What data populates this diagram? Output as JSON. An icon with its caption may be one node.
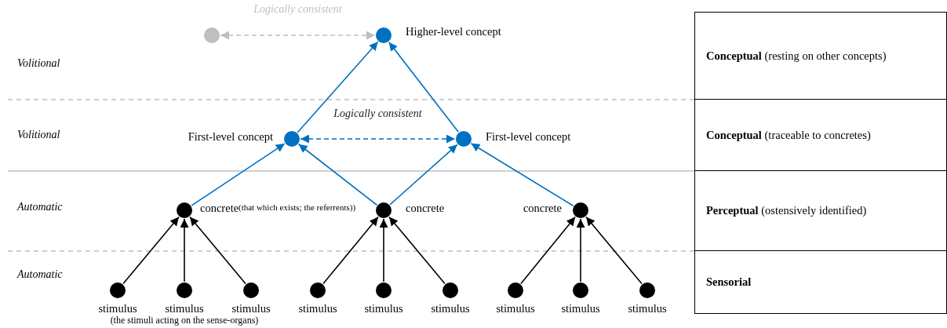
{
  "diagram": {
    "nodes": [
      {
        "text": [],
        "shape": "circle"
      },
      {
        "text": [],
        "shape": "circle",
        "beside": [
          "Higher-level concept"
        ]
      },
      {
        "text": [],
        "shape": "circle",
        "beside": [
          "First-level concept"
        ]
      },
      {
        "text": [],
        "shape": "circle",
        "beside": [
          "First-level concept"
        ]
      },
      {
        "text": [],
        "shape": "circle",
        "beside": [
          "concrete"
        ]
      },
      {
        "text": [],
        "shape": "circle",
        "beside": [
          "concrete"
        ]
      },
      {
        "text": [],
        "shape": "circle",
        "beside": [
          "concrete"
        ]
      },
      {
        "text": [],
        "shape": "circle",
        "beside": [
          "stimulus"
        ]
      },
      {
        "text": [],
        "shape": "circle",
        "beside": [
          "stimulus",
          "(the stimuli acting on the sense-organs)"
        ]
      },
      {
        "text": [],
        "shape": "circle",
        "beside": [
          "stimulus"
        ]
      },
      {
        "text": [],
        "shape": "circle",
        "beside": [
          "stimulus"
        ]
      },
      {
        "text": [],
        "shape": "circle",
        "beside": [
          "stimulus"
        ]
      },
      {
        "text": [],
        "shape": "circle",
        "beside": [
          "stimulus"
        ]
      },
      {
        "text": [],
        "shape": "circle",
        "beside": [
          "stimulus"
        ]
      },
      {
        "text": [],
        "shape": "circle",
        "beside": [
          "stimulus"
        ]
      },
      {
        "text": [],
        "shape": "circle",
        "beside": [
          "stimulus"
        ]
      },
      {
        "text": [
          "**Conceptual** (resting on other concepts)"
        ]
      },
      {
        "text": [
          "**Conceptual** (traceable to concretes)"
        ]
      },
      {
        "text": [
          "**Perceptual** (ostensively identified)"
        ]
      },
      {
        "text": [
          "**Sensorial**"
        ]
      }
    ],
    "edges": [
      {
        "from": 0,
        "to": 1,
        "arrow": "both",
        "style": "dashed",
        "color": "#bfbfbf",
        "label": "Logically consistent"
      },
      {
        "from": 2,
        "to": 1,
        "arrow": "to",
        "color": "#0070c0"
      },
      {
        "from": 3,
        "to": 1,
        "arrow": "to",
        "color": "#0070c0"
      },
      {
        "from": 2,
        "to": 3,
        "arrow": "both",
        "style": "dashed",
        "color": "#0070c0",
        "label": "Logically consistent"
      },
      {
        "from": 4,
        "to": 2,
        "arrow": "to",
        "color": "#0070c0"
      },
      {
        "from": 5,
        "to": 2,
        "arrow": "to",
        "color": "#0070c0"
      },
      {
        "from": 5,
        "to": 3,
        "arrow": "to",
        "color": "#0070c0"
      },
      {
        "from": 6,
        "to": 3,
        "arrow": "to",
        "color": "#0070c0"
      },
      {
        "from": 7,
        "to": 4,
        "arrow": "to"
      },
      {
        "from": 8,
        "to": 4,
        "arrow": "to"
      },
      {
        "from": 9,
        "to": 4,
        "arrow": "to"
      },
      {
        "from": 10,
        "to": 5,
        "arrow": "to"
      },
      {
        "from": 11,
        "to": 5,
        "arrow": "to"
      },
      {
        "from": 12,
        "to": 5,
        "arrow": "to"
      },
      {
        "from": 13,
        "to": 6,
        "arrow": "to"
      },
      {
        "from": 14,
        "to": 6,
        "arrow": "to"
      },
      {
        "from": 15,
        "to": 6,
        "arrow": "to"
      }
    ],
    "labels": [
      "Volitional",
      "Volitional",
      "Automatic",
      "(that which exists; the referrents))",
      "Automatic"
    ]
  }
}
